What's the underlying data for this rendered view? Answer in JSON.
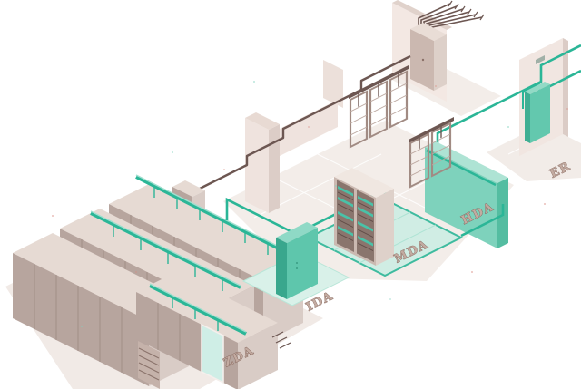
{
  "diagram": {
    "type": "isometric-datacenter-cabling-topology",
    "labels": {
      "zda": "ZDA",
      "ida": "IDA",
      "mda": "MDA",
      "hda": "HDA",
      "er": "ER"
    },
    "colors": {
      "cabinet_front": "#b7a59e",
      "cabinet_side": "#d9ccc6",
      "cabinet_top": "#e6dad3",
      "wall_face": "#efe3de",
      "floor": "#f2ebe7",
      "teal_accent": "#2bb697",
      "teal_panel": "#7ed2bc",
      "cable_brown": "#6d5752",
      "label_color": "#a4847b"
    }
  }
}
